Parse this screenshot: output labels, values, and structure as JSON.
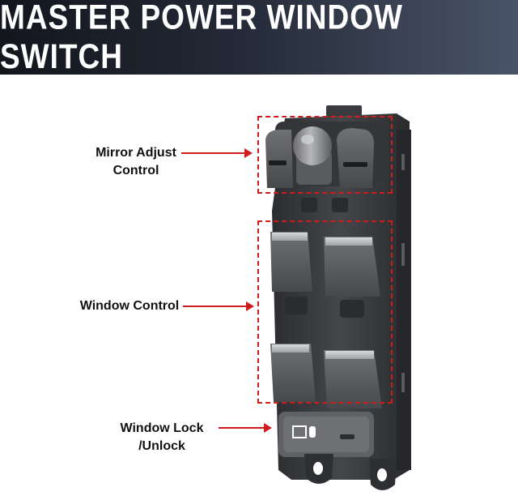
{
  "banner": {
    "title": "MASTER POWER WINDOW SWITCH"
  },
  "callouts": {
    "mirror": {
      "line1": "Mirror Adjust",
      "line2": "Control"
    },
    "window": {
      "label": "Window Control"
    },
    "lock": {
      "line1": "Window Lock",
      "line2": "/Unlock"
    }
  },
  "colors": {
    "accent": "#d01c1c",
    "banner_dark": "#13161d",
    "banner_light": "#4a5468",
    "switch_body": "#3a3b3d"
  }
}
